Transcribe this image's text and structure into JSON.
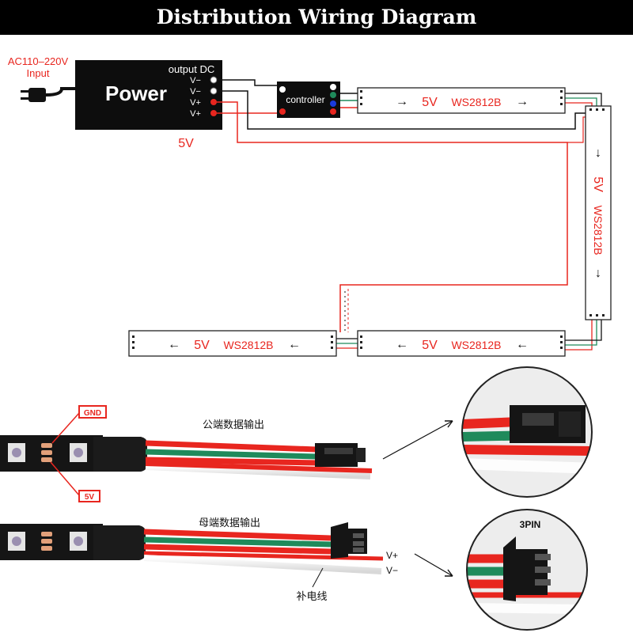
{
  "title": "Distribution Wiring Diagram",
  "input": {
    "line1": "AC110–220V",
    "line2": "Input"
  },
  "power": {
    "label": "Power",
    "output_label": "output DC",
    "voltage": "5V",
    "pins": [
      "V−",
      "V−",
      "V+",
      "V+"
    ]
  },
  "controller": {
    "label": "controller"
  },
  "strips": [
    {
      "id": "strip-top",
      "voltage": "5V",
      "model": "WS2812B"
    },
    {
      "id": "strip-right",
      "voltage": "5V",
      "model": "WS2812B"
    },
    {
      "id": "strip-bottom-right",
      "voltage": "5V",
      "model": "WS2812B"
    },
    {
      "id": "strip-bottom-left",
      "voltage": "5V",
      "model": "WS2812B"
    }
  ],
  "photos": {
    "gnd_label": "GND",
    "vcc_label": "5V",
    "male_output": "公端数据输出",
    "female_output": "母端数据输出",
    "vplus": "V+",
    "vminus": "V−",
    "aux_power": "补电线",
    "pin_label": "3PIN"
  },
  "colors": {
    "red": "#e8261f",
    "green": "#1f8a5b",
    "black": "#111111",
    "blue": "#1a3bdc"
  }
}
